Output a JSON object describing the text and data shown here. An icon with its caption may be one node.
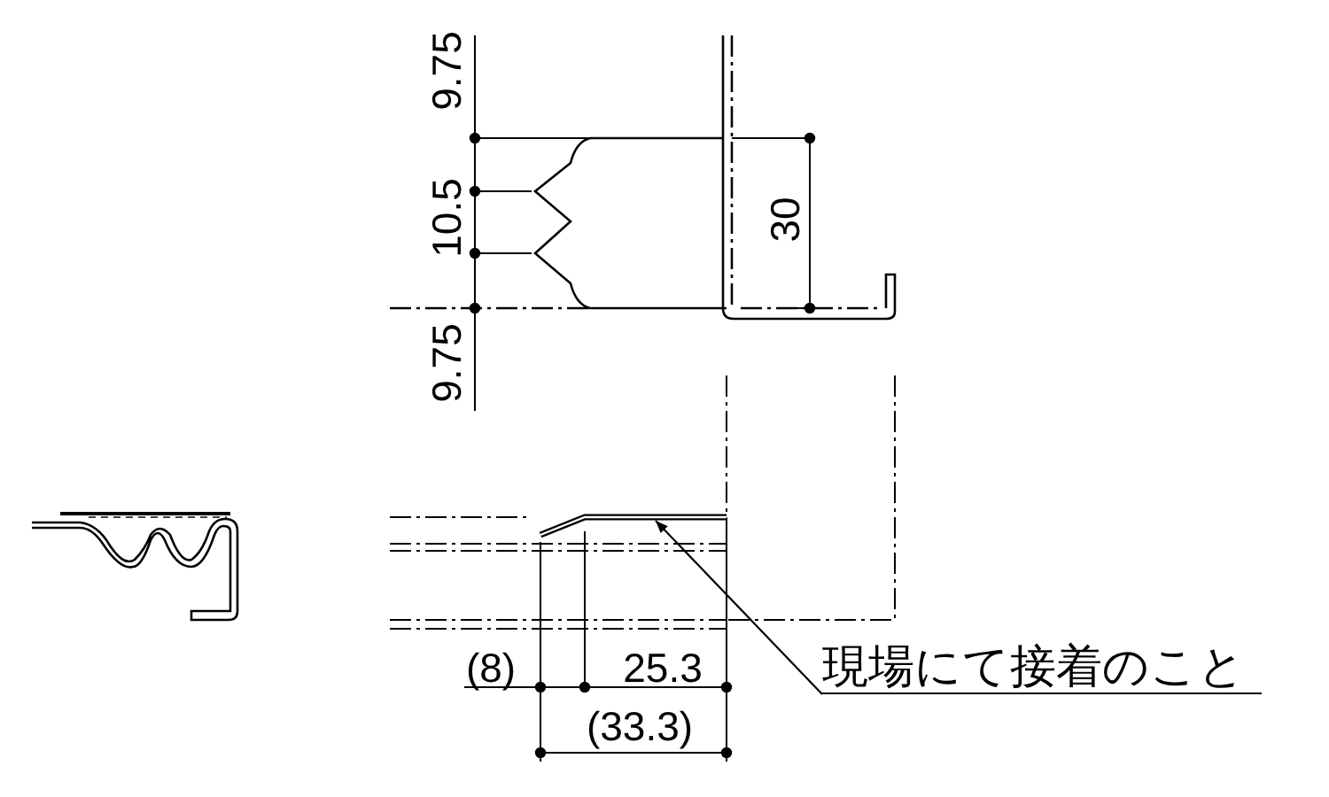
{
  "diagram": {
    "nodes": [
      {
        "text": [
          "現場にて接着のこと"
        ]
      },
      {
        "text": [],
        "shape": "picture"
      }
    ],
    "edges": [
      {
        "from": 0,
        "to": 1,
        "arrow": "to"
      }
    ],
    "labels": [
      "9.75",
      "10.5",
      "9.75",
      "30",
      "(8)",
      "25.3",
      "(33.3)"
    ]
  }
}
